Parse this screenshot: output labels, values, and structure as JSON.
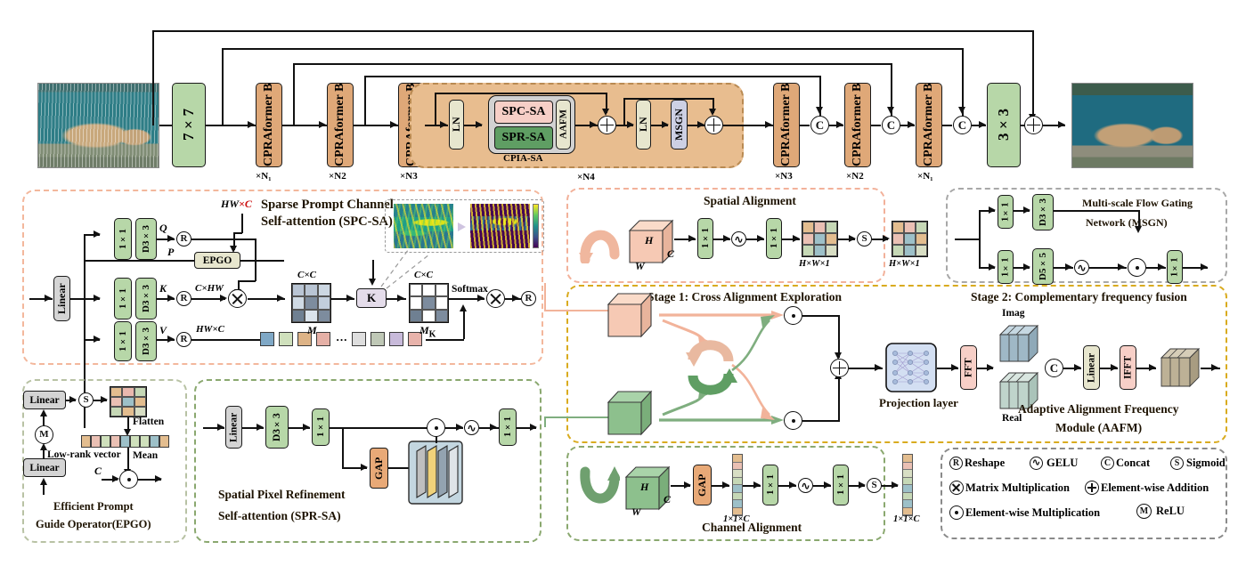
{
  "figure": {
    "type": "neural-network-architecture-diagram",
    "description": "CPRAformer image deraining architecture with CPIA-SA, SPC-SA, SPR-SA, AAFM, MSGN modules"
  },
  "pipeline": {
    "input_image_caption": "rainy-input-image",
    "output_image_caption": "derained-output-image",
    "stem_conv": "7×7",
    "tail_conv": "3×3",
    "encoder_blocks": [
      {
        "label": "CPRAformer B",
        "repeat": "×N₁"
      },
      {
        "label": "CPRAformer B",
        "repeat": "×N2"
      },
      {
        "label": "CPRAformer B",
        "repeat": "×N3"
      }
    ],
    "decoder_blocks": [
      {
        "label": "CPRAformer B",
        "repeat": "×N3"
      },
      {
        "label": "CPRAformer B",
        "repeat": "×N2"
      },
      {
        "label": "CPRAformer B",
        "repeat": "×N₁"
      }
    ],
    "bottleneck": {
      "repeat": "×N4",
      "name": "CPIA-SA",
      "norm1": "LN",
      "norm2": "LN",
      "attn_top": "SPC-SA",
      "attn_bottom": "SPR-SA",
      "fusion": "AAFM",
      "ffn": "MSGN"
    },
    "concat_symbol": "C",
    "add_symbol": "⊕"
  },
  "spc_sa": {
    "title_line1": "Sparse Prompt Channel",
    "title_line2": "Self-attention (SPC-SA)",
    "linear": "Linear",
    "branches": [
      {
        "conv1": "1×1",
        "conv2": "D3×3",
        "tag": "Q",
        "reshape": "R",
        "shape": ""
      },
      {
        "conv1": "1×1",
        "conv2": "D3×3",
        "tag": "K",
        "reshape": "R",
        "shape": "C×HW"
      },
      {
        "conv1": "1×1",
        "conv2": "D3×3",
        "tag": "V",
        "reshape": "R",
        "shape": "HW×C"
      }
    ],
    "prompt_tag": "P",
    "prompt_shape": "HW×C",
    "epgo": "EPGO",
    "matmul": "⊗",
    "matrix_m_shape": "C×C",
    "matrix_m_label": "M",
    "topk": "K",
    "matrix_mk_shape": "C×C",
    "matrix_mk_label": "M_K",
    "softmax": "Softmax",
    "out_reshape": "R",
    "heatmap_left_caption": "dense-attention-featuremap",
    "heatmap_right_caption": "sparse-attention-featuremap"
  },
  "epgo": {
    "title_line1": "Efficient Prompt",
    "title_line2": "Guide Operator(EPGO)",
    "linear_bottom": "Linear",
    "relu": "M",
    "linear_top": "Linear",
    "sigmoid": "S",
    "flatten": "Flatten",
    "lowrank": "Low-rank vector",
    "mean": "Mean",
    "channel_in": "C",
    "mul": "⊙"
  },
  "spr_sa": {
    "title_line1": "Spatial Pixel Refinement",
    "title_line2": "Self-attention (SPR-SA)",
    "linear": "Linear",
    "dconv": "D3×3",
    "conv_a": "1×1",
    "gap": "GAP",
    "mul": "⊙",
    "gelu": "∿",
    "conv_b": "1×1"
  },
  "spatial_alignment": {
    "title": "Spatial Alignment",
    "cube_h": "H",
    "cube_w": "W",
    "cube_c": "C",
    "conv1": "1×1",
    "gelu": "∿",
    "conv2": "1×1",
    "map1_shape": "H×W×1",
    "sigmoid": "S",
    "map2_shape": "H×W×1"
  },
  "msgn": {
    "title_line1": "Multi-scale Flow Gating",
    "title_line2": "Network  (MSGN)",
    "top_conv1": "1×1",
    "top_dconv": "D3×3",
    "bot_conv1": "1×1",
    "bot_dconv": "D5×5",
    "gelu": "∿",
    "mul": "⊙",
    "out_conv": "1×1"
  },
  "channel_alignment": {
    "title": "Channel Alignment",
    "cube_h": "H",
    "cube_w": "W",
    "cube_c": "C",
    "gap": "GAP",
    "vec_in_shape": "1×1×C",
    "conv1": "1×1",
    "gelu": "∿",
    "conv2": "1×1",
    "sigmoid": "S",
    "vec_out_shape": "1×1×C"
  },
  "aafm": {
    "stage1_title": "Stage 1: Cross Alignment Exploration",
    "stage2_title": "Stage 2: Complementary frequency fusion",
    "mul_top": "⊙",
    "mul_bottom": "⊙",
    "add": "⊕",
    "projection": "Projection layer",
    "fft": "FFT",
    "imag_label": "Imag",
    "real_label": "Real",
    "concat": "C",
    "linear": "Linear",
    "ifft": "IFFT",
    "name_line1": "Adaptive Alignment Frequency",
    "name_line2": "Module (AAFM)"
  },
  "legend": {
    "items": [
      {
        "symbol": "R",
        "text": "Reshape"
      },
      {
        "symbol": "∿",
        "text": "GELU"
      },
      {
        "symbol": "C",
        "text": "Concat"
      },
      {
        "symbol": "S",
        "text": "Sigmoid"
      },
      {
        "symbol": "⊗",
        "text": "Matrix Multiplication"
      },
      {
        "symbol": "⊕",
        "text": "Element-wise Addition"
      },
      {
        "symbol": "⊙",
        "text": "Element-wise Multiplication"
      },
      {
        "symbol": "M",
        "text": "ReLU"
      }
    ]
  },
  "colors": {
    "block_green": "#b7d7a8",
    "block_orange": "#dfa878",
    "bottleneck_bg": "#e8bd8f",
    "panel_spc": "#f3c3aa",
    "panel_spr": "#8aa86f",
    "panel_epgo": "#b8c2a4",
    "panel_spatial": "#f2b9a0",
    "panel_msgn": "#a8a8a8",
    "panel_aafm": "#d9ab1f",
    "panel_channel": "#8aa86f",
    "panel_legend": "#8a8a8a",
    "spc_sa_fill": "#f7cfc7",
    "spr_sa_fill": "#5f9e63",
    "ln_fill": "#e7e6ce",
    "msgn_fill": "#cdd0e4",
    "cube_pink": "#f6c9b4",
    "cube_green": "#8dc08d"
  }
}
